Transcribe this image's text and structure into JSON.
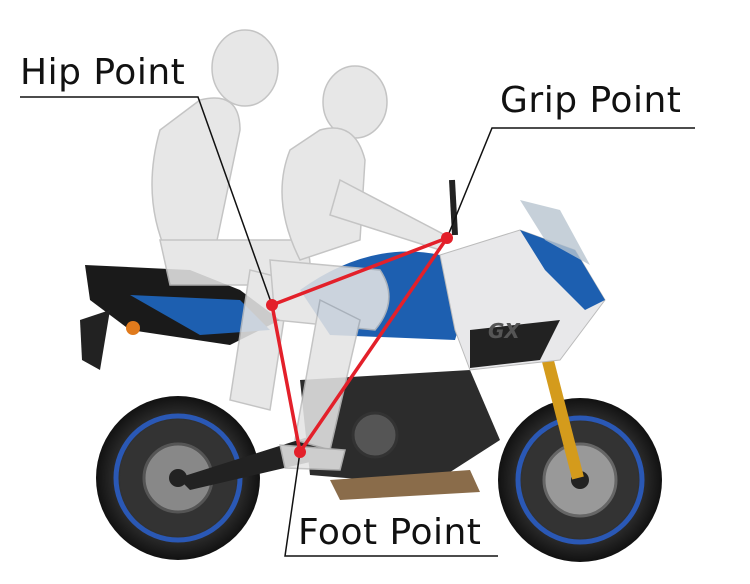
{
  "labels": {
    "hip": "Hip Point",
    "grip": "Grip Point",
    "foot": "Foot Point"
  },
  "colors": {
    "triangle": "#e3202a",
    "body_blue": "#1d5fb0",
    "rim_blue": "#2a58b5",
    "rider": "#e4e4e4"
  }
}
